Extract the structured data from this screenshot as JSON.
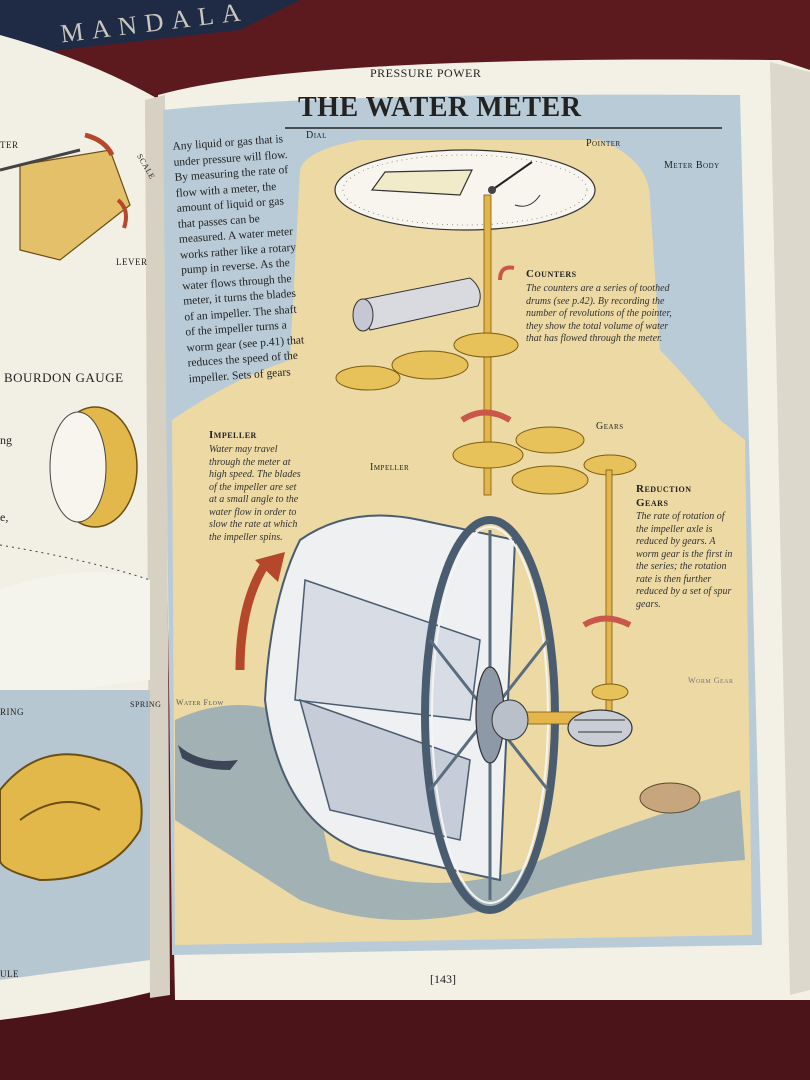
{
  "cover_text": "MANDALA",
  "section_header": "PRESSURE POWER",
  "title": "THE WATER METER",
  "page_number": "[143]",
  "intro_text": "Any liquid or gas that is under pressure will flow. By measuring the rate of flow with a meter, the amount of liquid or gas that passes can be measured. A water meter works rather like a rotary pump in reverse. As the water flows through the meter, it turns the blades of an impeller. The shaft of the impeller turns a worm gear (see p.41) that reduces the speed of the impeller. Sets of gears then turn a pointer and counters that register the total amount of water used.",
  "labels": {
    "dial": "Dial",
    "pointer": "Pointer",
    "meter_body": "Meter Body",
    "counters": "Counters",
    "gears": "Gears",
    "impeller_side": "Impeller",
    "impeller_diagram": "Impeller",
    "reduction_gears_1": "Reduction",
    "reduction_gears_2": "Gears",
    "worm_gear": "Worm Gear",
    "water_flow": "Water Flow"
  },
  "captions": {
    "counters": "The counters are a series of toothed drums (see p.42). By recording the number of revolutions of the pointer, they show the total volume of water that has flowed through the meter.",
    "impeller": "Water may travel through the meter at high speed. The blades of the impeller are set at a small angle to the water flow in order to slow the rate at which the impeller spins.",
    "reduction_gears": "The rate of rotation of the impeller axle is reduced by gears. A worm gear is the first in the series; the rotation rate is then further reduced by a set of spur gears."
  },
  "left_page": {
    "pointer_label": "TER",
    "scale_label": "SCALE",
    "lever_label": "LEVER",
    "bourdon_gauge": "BOURDON GAUGE",
    "spring_label": "SPRING",
    "spring_label_left": "RING",
    "fragment_1": "ng",
    "fragment_2": "e,",
    "bottom_fragment": "ULE"
  }
}
